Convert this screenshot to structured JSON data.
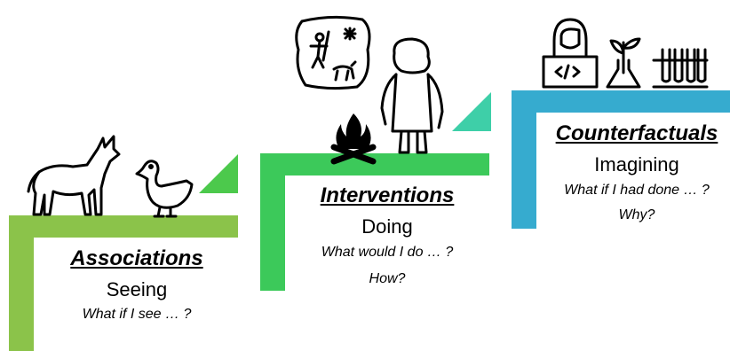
{
  "colors": {
    "rung1": "#8bc34a",
    "rung2": "#3cc95a",
    "rung3": "#36abcf",
    "arrow1": "#4cc94c",
    "arrow2": "#3ecfa8",
    "ink": "#000000"
  },
  "rungs": [
    {
      "title": "Associations",
      "verb": "Seeing",
      "questions": [
        "What if I see … ?"
      ],
      "icons": [
        "wolf-icon",
        "duck-icon"
      ]
    },
    {
      "title": "Interventions",
      "verb": "Doing",
      "questions": [
        "What would I do … ?",
        "How?"
      ],
      "icons": [
        "cave-painting-icon",
        "caveman-icon",
        "campfire-icon"
      ]
    },
    {
      "title": "Counterfactuals",
      "verb": "Imagining",
      "questions": [
        "What if I had done … ?",
        "Why?"
      ],
      "icons": [
        "scientist-laptop-icon",
        "plant-flask-icon",
        "test-tubes-icon"
      ]
    }
  ]
}
